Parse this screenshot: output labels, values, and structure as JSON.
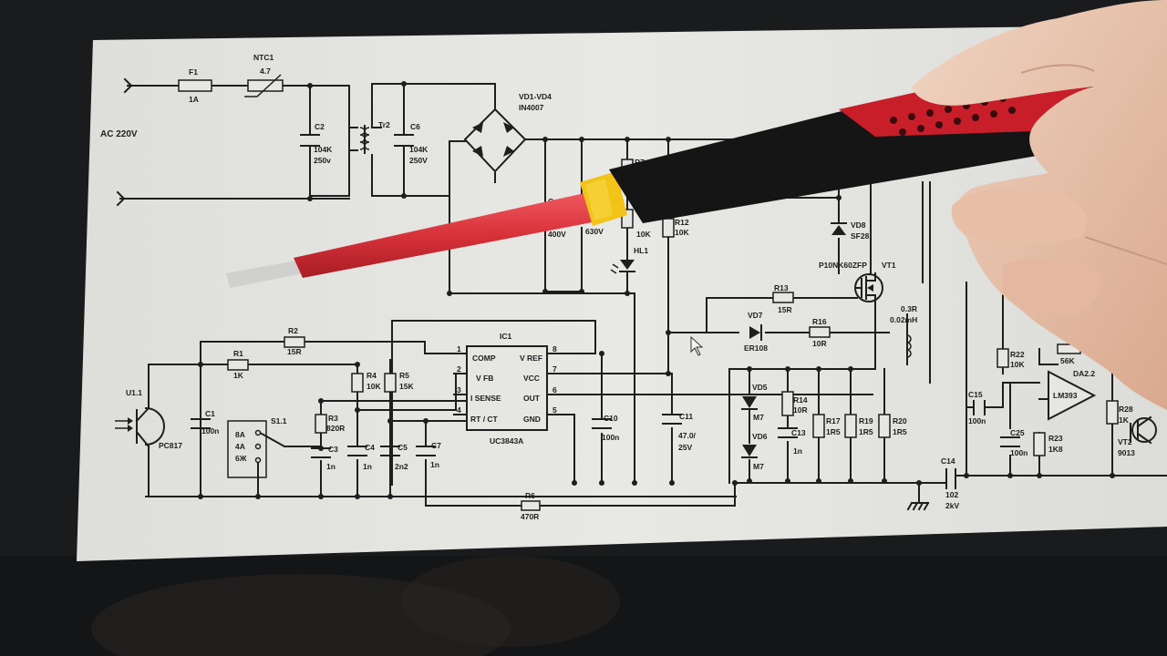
{
  "input": {
    "ac_label": "AC 220V"
  },
  "components": {
    "f1": {
      "ref": "F1",
      "value": "1A"
    },
    "ntc1": {
      "ref": "NTC1",
      "value": "4.7"
    },
    "c2": {
      "ref": "C2",
      "value1": "104K",
      "value2": "250v"
    },
    "tr2": {
      "ref": "Tr2"
    },
    "c6": {
      "ref": "C6",
      "value1": "104K",
      "value2": "250V"
    },
    "bridge": {
      "ref": "VD1-VD4",
      "value": "IN4007"
    },
    "c7top": {
      "ref": "C",
      "value": "400V"
    },
    "c8": {
      "value": "630V"
    },
    "r7": {
      "ref": "R7",
      "value": "10K"
    },
    "r12": {
      "ref": "R12",
      "value": "10K"
    },
    "hl1": {
      "ref": "HL1"
    },
    "vd8": {
      "ref": "VD8",
      "value": "SF28"
    },
    "vt1": {
      "ref": "VT1",
      "part": "P10NK60ZFP"
    },
    "r13": {
      "ref": "R13",
      "value": "15R"
    },
    "vd7": {
      "ref": "VD7",
      "value": "ER108"
    },
    "r16": {
      "ref": "R16",
      "value": "10R"
    },
    "l1": {
      "value1": "0.3R",
      "value2": "0.02mH"
    },
    "ic1": {
      "ref": "IC1",
      "part": "UC3843A",
      "pins_left": [
        {
          "num": "1",
          "name": "COMP"
        },
        {
          "num": "2",
          "name": "V FB"
        },
        {
          "num": "3",
          "name": "I SENSE"
        },
        {
          "num": "4",
          "name": "RT / CT"
        }
      ],
      "pins_right": [
        {
          "num": "8",
          "name": "V REF"
        },
        {
          "num": "7",
          "name": "VCC"
        },
        {
          "num": "6",
          "name": "OUT"
        },
        {
          "num": "5",
          "name": "GND"
        }
      ]
    },
    "r2": {
      "ref": "R2",
      "value": "15R"
    },
    "r1": {
      "ref": "R1",
      "value": "1K"
    },
    "u1": {
      "ref": "U1.1",
      "part": "PC817"
    },
    "c1": {
      "ref": "C1",
      "value": "100n"
    },
    "s1": {
      "ref": "S1.1",
      "pos1": "8A",
      "pos2": "4A",
      "pos3": "6Ж"
    },
    "r4": {
      "ref": "R4",
      "value": "10K"
    },
    "r5": {
      "ref": "R5",
      "value": "15K"
    },
    "r3": {
      "ref": "R3",
      "value": "820R"
    },
    "c3": {
      "ref": "C3",
      "value": "1n"
    },
    "c4": {
      "ref": "C4",
      "value": "1n"
    },
    "c5": {
      "ref": "C5",
      "value": "2n2"
    },
    "c7": {
      "ref": "C7",
      "value": "1n"
    },
    "c10": {
      "ref": "C10",
      "value": "100n"
    },
    "c11": {
      "ref": "C11",
      "value1": "47.0/",
      "value2": "25V"
    },
    "vd5": {
      "ref": "VD5",
      "value": "M7"
    },
    "vd6": {
      "ref": "VD6",
      "value": "M7"
    },
    "r14": {
      "ref": "R14",
      "value": "10R"
    },
    "c13": {
      "ref": "C13",
      "value": "1n"
    },
    "r17": {
      "ref": "R17",
      "value": "1R5"
    },
    "r19": {
      "ref": "R19",
      "value": "1R5"
    },
    "r20": {
      "ref": "R20",
      "value": "1R5"
    },
    "r6": {
      "ref": "R6",
      "value": "470R"
    },
    "c14": {
      "ref": "C14",
      "value1": "102",
      "value2": "2kV"
    },
    "c15": {
      "ref": "C15",
      "value": "100n"
    },
    "r22": {
      "ref": "R22",
      "value": "10K"
    },
    "c25": {
      "ref": "C25",
      "value": "100n"
    },
    "r23": {
      "ref": "R23",
      "value": "1K8"
    },
    "r56": {
      "value": "56K"
    },
    "da2": {
      "ref": "DA2.2",
      "part": "LM393"
    },
    "r28": {
      "ref": "R28",
      "value": "1K"
    },
    "vt2": {
      "ref": "VT2",
      "part": "9013"
    }
  },
  "colors": {
    "paper": "#e6e6e3",
    "ink": "#1e1e1e",
    "screwdriver_shaft": "#d8323a",
    "screwdriver_handle_red": "#c81e2a",
    "screwdriver_collar": "#f2c318",
    "skin": "#e9c6b0",
    "monitor_bezel": "#1a1b1d"
  },
  "icons": [
    "screwdriver-icon",
    "hand-icon",
    "mouse-cursor-icon",
    "ground-icon"
  ]
}
